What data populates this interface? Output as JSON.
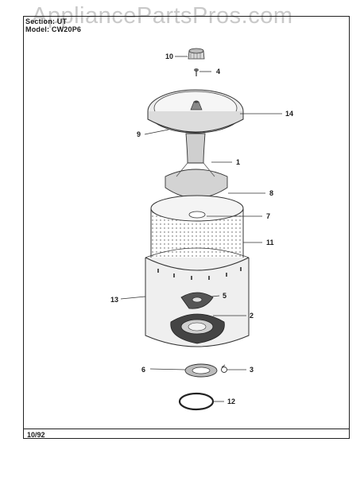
{
  "watermark": "AppliancePartsPros.com",
  "header": {
    "section_line": "Section: UT",
    "model_line": "Model: CW20P6"
  },
  "footer": {
    "date": "10/92"
  },
  "callouts": {
    "p10": "10",
    "p4": "4",
    "p14": "14",
    "p9": "9",
    "p1": "1",
    "p8": "8",
    "p7": "7",
    "p11": "11",
    "p13": "13",
    "p5": "5",
    "p2": "2",
    "p6": "6",
    "p3": "3",
    "p12": "12"
  }
}
